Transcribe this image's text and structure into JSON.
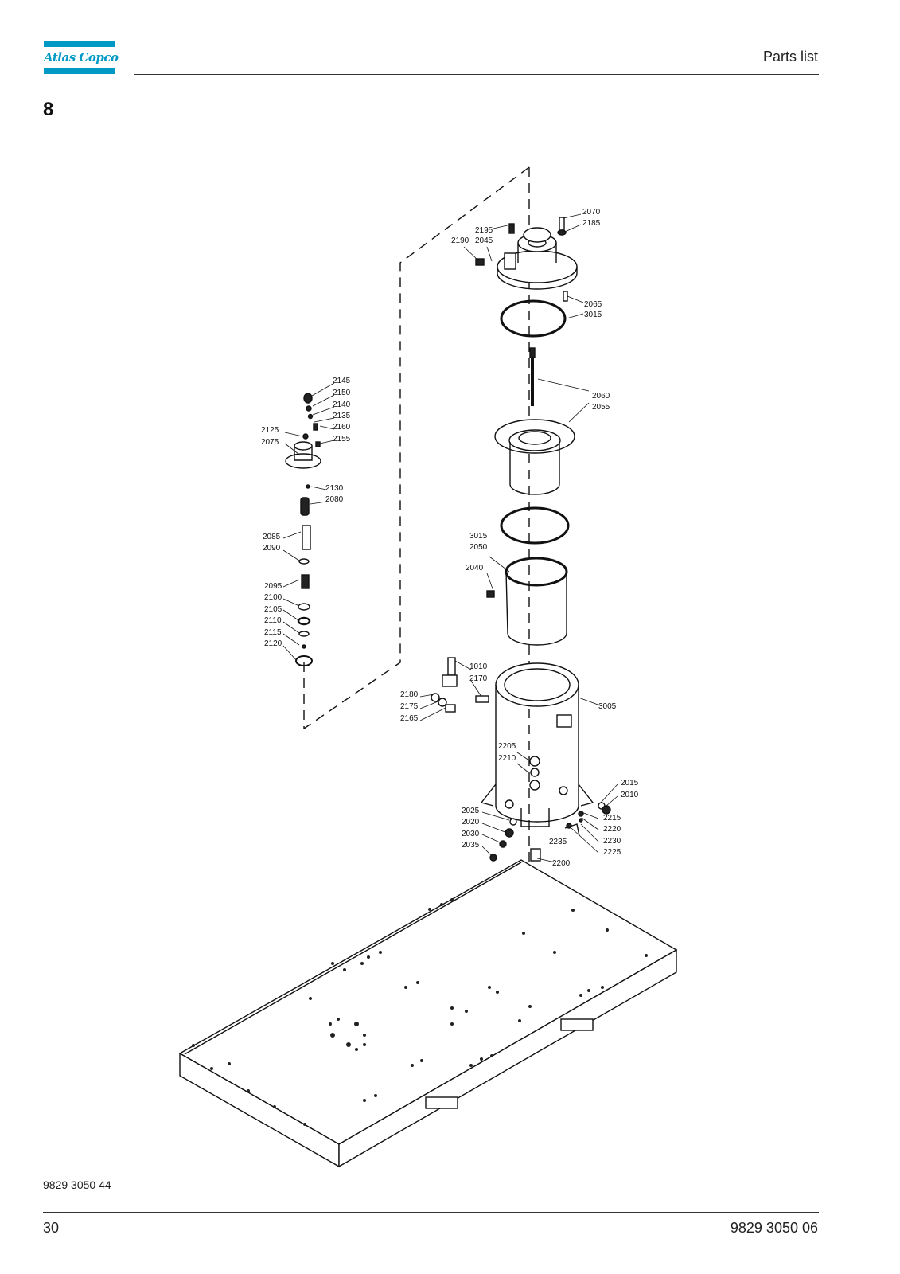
{
  "header": {
    "logo_text": "Atlas Copco",
    "title": "Parts list",
    "brand_color": "#0099c6"
  },
  "section": {
    "number": "8"
  },
  "drawing": {
    "part_labels": [
      "2070",
      "2185",
      "2195",
      "2190",
      "2045",
      "2065",
      "3015",
      "2060",
      "2055",
      "2145",
      "2150",
      "2140",
      "2135",
      "2160",
      "2125",
      "2155",
      "2075",
      "2130",
      "2080",
      "2085",
      "2090",
      "2095",
      "2100",
      "2105",
      "2110",
      "2115",
      "2120",
      "3015",
      "2050",
      "2040",
      "1010",
      "2170",
      "2180",
      "2175",
      "2165",
      "3005",
      "2205",
      "2210",
      "2015",
      "2010",
      "2025",
      "2020",
      "2030",
      "2035",
      "2215",
      "2220",
      "2235",
      "2230",
      "2225",
      "2200"
    ]
  },
  "footer": {
    "doc_ref": "9829 3050 44",
    "page_number": "30",
    "doc_number": "9829 3050 06"
  }
}
